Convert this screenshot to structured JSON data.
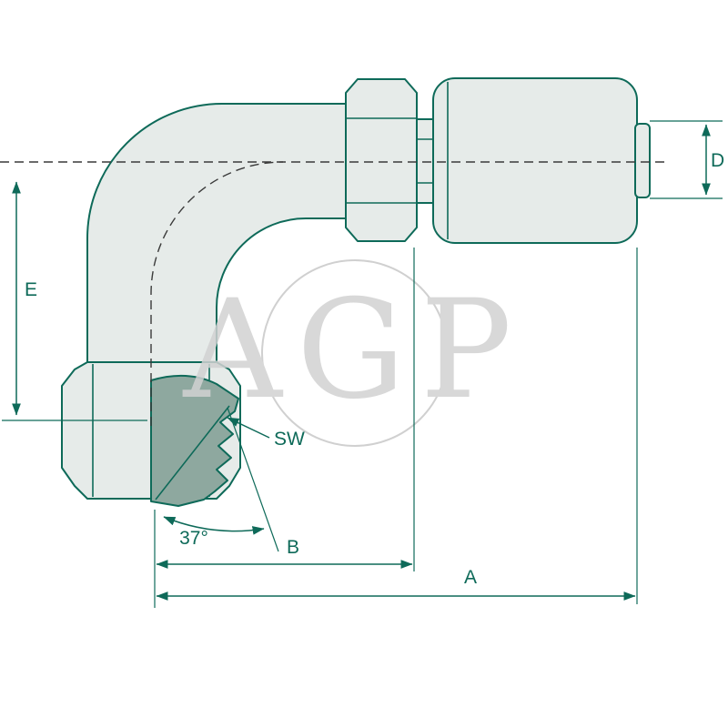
{
  "drawing": {
    "watermark_text": "AGP",
    "dimension_labels": {
      "A": "A",
      "B": "B",
      "D": "D",
      "E": "E",
      "wrench_size": "SW",
      "flare_angle": "37°"
    },
    "colors": {
      "line": "#0e6a59",
      "body_fill": "#e6ebe9",
      "cone_fill": "#8ea89f",
      "centerline": "#3a3a3a",
      "watermark": "#d2d2d2"
    }
  }
}
